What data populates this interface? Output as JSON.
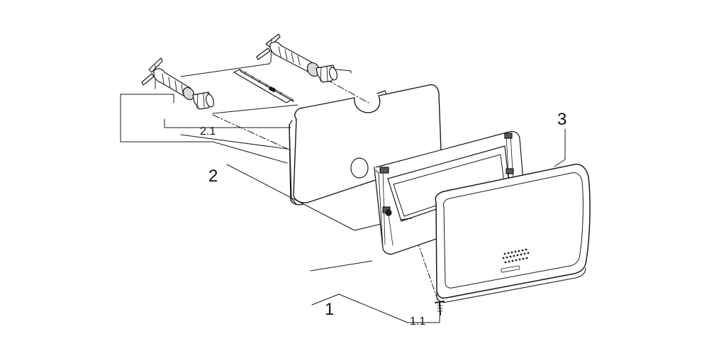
{
  "labels": {
    "part_1": "1",
    "part_1_1": "1.1",
    "part_2": "2",
    "part_2_1": "2.1",
    "part_3": "3"
  },
  "colors": {
    "line": "#1a1a1a",
    "fill": "#ffffff",
    "shade": "#d9d9d9",
    "dark": "#555555"
  }
}
